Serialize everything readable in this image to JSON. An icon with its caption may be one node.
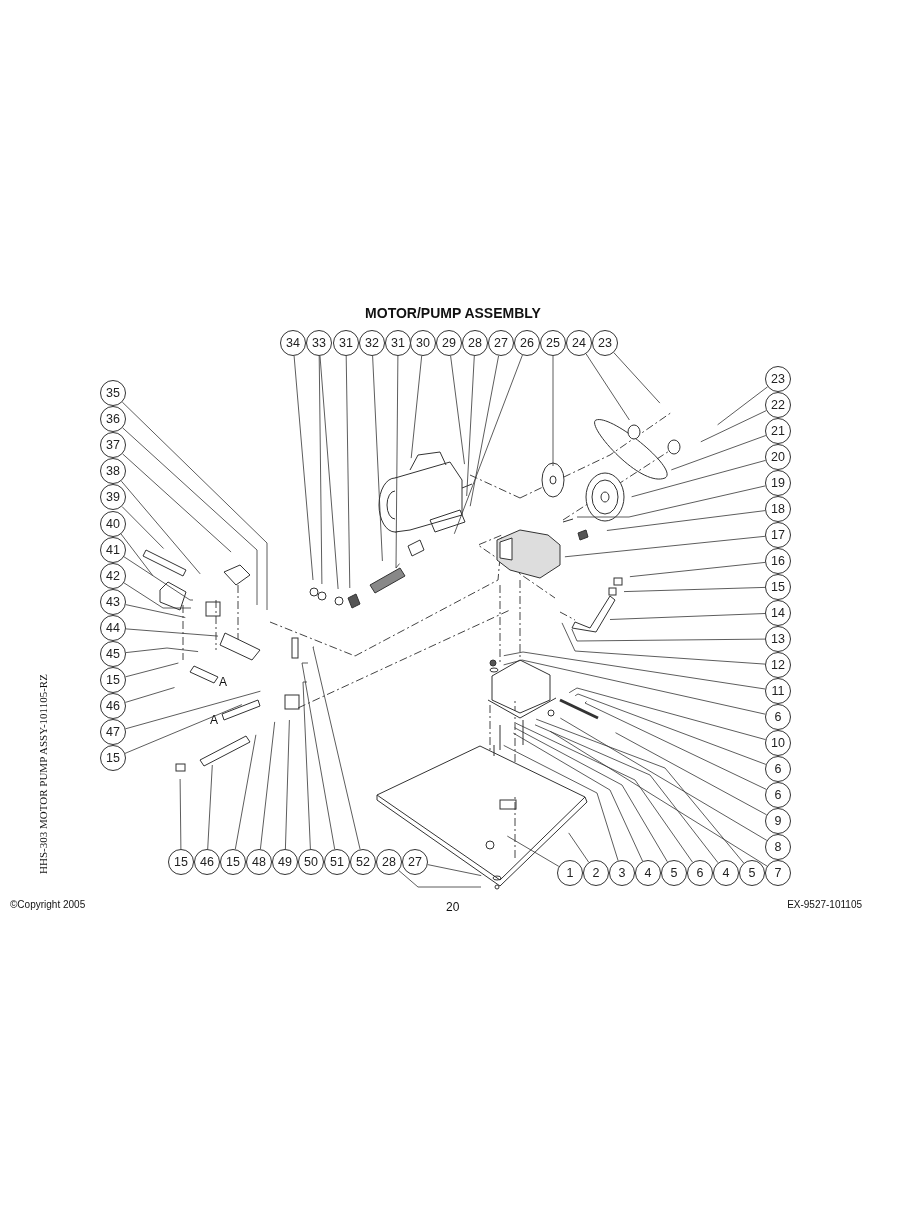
{
  "diagram": {
    "title": "MOTOR/PUMP ASSEMBLY",
    "nodes": [
      {
        "text": [
          "34"
        ]
      },
      {
        "text": [
          "33"
        ]
      },
      {
        "text": [
          "31"
        ]
      },
      {
        "text": [
          "32"
        ]
      },
      {
        "text": [
          "31"
        ]
      },
      {
        "text": [
          "30"
        ]
      },
      {
        "text": [
          "29"
        ]
      },
      {
        "text": [
          "28"
        ]
      },
      {
        "text": [
          "27"
        ]
      },
      {
        "text": [
          "26"
        ]
      },
      {
        "text": [
          "25"
        ]
      },
      {
        "text": [
          "24"
        ]
      },
      {
        "text": [
          "23"
        ]
      },
      {
        "text": [
          "35"
        ]
      },
      {
        "text": [
          "36"
        ]
      },
      {
        "text": [
          "37"
        ]
      },
      {
        "text": [
          "38"
        ]
      },
      {
        "text": [
          "39"
        ]
      },
      {
        "text": [
          "40"
        ]
      },
      {
        "text": [
          "41"
        ]
      },
      {
        "text": [
          "42"
        ]
      },
      {
        "text": [
          "43"
        ]
      },
      {
        "text": [
          "44"
        ]
      },
      {
        "text": [
          "45"
        ]
      },
      {
        "text": [
          "15"
        ]
      },
      {
        "text": [
          "46"
        ]
      },
      {
        "text": [
          "47"
        ]
      },
      {
        "text": [
          "15"
        ]
      },
      {
        "text": [
          "23"
        ]
      },
      {
        "text": [
          "22"
        ]
      },
      {
        "text": [
          "21"
        ]
      },
      {
        "text": [
          "20"
        ]
      },
      {
        "text": [
          "19"
        ]
      },
      {
        "text": [
          "18"
        ]
      },
      {
        "text": [
          "17"
        ]
      },
      {
        "text": [
          "16"
        ]
      },
      {
        "text": [
          "15"
        ]
      },
      {
        "text": [
          "14"
        ]
      },
      {
        "text": [
          "13"
        ]
      },
      {
        "text": [
          "12"
        ]
      },
      {
        "text": [
          "11"
        ]
      },
      {
        "text": [
          "6"
        ]
      },
      {
        "text": [
          "10"
        ]
      },
      {
        "text": [
          "6"
        ]
      },
      {
        "text": [
          "6"
        ]
      },
      {
        "text": [
          "9"
        ]
      },
      {
        "text": [
          "8"
        ]
      },
      {
        "text": [
          "7"
        ]
      },
      {
        "text": [
          "1"
        ]
      },
      {
        "text": [
          "2"
        ]
      },
      {
        "text": [
          "3"
        ]
      },
      {
        "text": [
          "4"
        ]
      },
      {
        "text": [
          "5"
        ]
      },
      {
        "text": [
          "6"
        ]
      },
      {
        "text": [
          "4"
        ]
      },
      {
        "text": [
          "5"
        ]
      },
      {
        "text": [
          "15"
        ]
      },
      {
        "text": [
          "46"
        ]
      },
      {
        "text": [
          "15"
        ]
      },
      {
        "text": [
          "48"
        ]
      },
      {
        "text": [
          "49"
        ]
      },
      {
        "text": [
          "50"
        ]
      },
      {
        "text": [
          "51"
        ]
      },
      {
        "text": [
          "52"
        ]
      },
      {
        "text": [
          "28"
        ]
      },
      {
        "text": [
          "27"
        ]
      }
    ],
    "edges": [
      {
        "from": 0,
        "to": null,
        "arrow": "none"
      },
      {
        "from": 1,
        "to": null,
        "arrow": "none"
      },
      {
        "from": 1,
        "to": null,
        "arrow": "none"
      },
      {
        "from": 2,
        "to": null,
        "arrow": "none"
      },
      {
        "from": 3,
        "to": null,
        "arrow": "none"
      },
      {
        "from": 4,
        "to": null,
        "arrow": "none"
      },
      {
        "from": 5,
        "to": null,
        "arrow": "none"
      },
      {
        "from": 6,
        "to": null,
        "arrow": "none"
      },
      {
        "from": 7,
        "to": null,
        "arrow": "none"
      },
      {
        "from": 8,
        "to": null,
        "arrow": "none"
      },
      {
        "from": 9,
        "to": null,
        "arrow": "none"
      },
      {
        "from": 10,
        "to": null,
        "arrow": "none"
      },
      {
        "from": 11,
        "to": null,
        "arrow": "none"
      },
      {
        "from": 12,
        "to": null,
        "arrow": "none"
      },
      {
        "from": 13,
        "to": null,
        "arrow": "none"
      },
      {
        "from": 14,
        "to": null,
        "arrow": "none"
      },
      {
        "from": 15,
        "to": null,
        "arrow": "none"
      },
      {
        "from": 16,
        "to": null,
        "arrow": "none"
      },
      {
        "from": 17,
        "to": null,
        "arrow": "none"
      },
      {
        "from": 18,
        "to": null,
        "arrow": "none"
      },
      {
        "from": 19,
        "to": null,
        "arrow": "none"
      },
      {
        "from": 20,
        "to": null,
        "arrow": "none"
      },
      {
        "from": 21,
        "to": null,
        "arrow": "none"
      },
      {
        "from": 22,
        "to": null,
        "arrow": "none"
      },
      {
        "from": 23,
        "to": null,
        "arrow": "none"
      },
      {
        "from": 24,
        "to": null,
        "arrow": "none"
      },
      {
        "from": 25,
        "to": null,
        "arrow": "none"
      },
      {
        "from": 26,
        "to": null,
        "arrow": "none"
      },
      {
        "from": 27,
        "to": null,
        "arrow": "none"
      },
      {
        "from": 28,
        "to": null,
        "arrow": "none"
      },
      {
        "from": 29,
        "to": null,
        "arrow": "none"
      },
      {
        "from": 30,
        "to": null,
        "arrow": "none"
      },
      {
        "from": 31,
        "to": null,
        "arrow": "none"
      },
      {
        "from": 32,
        "to": null,
        "arrow": "none"
      },
      {
        "from": 33,
        "to": null,
        "arrow": "none"
      },
      {
        "from": 34,
        "to": null,
        "arrow": "none"
      },
      {
        "from": 35,
        "to": null,
        "arrow": "none"
      },
      {
        "from": 36,
        "to": null,
        "arrow": "none"
      },
      {
        "from": 37,
        "to": null,
        "arrow": "none"
      },
      {
        "from": 38,
        "to": null,
        "arrow": "none"
      },
      {
        "from": 39,
        "to": null,
        "arrow": "none"
      },
      {
        "from": 40,
        "to": null,
        "arrow": "none"
      },
      {
        "from": 41,
        "to": null,
        "arrow": "none"
      },
      {
        "from": 42,
        "to": null,
        "arrow": "none"
      },
      {
        "from": 43,
        "to": null,
        "arrow": "none"
      },
      {
        "from": 44,
        "to": null,
        "arrow": "none"
      },
      {
        "from": 45,
        "to": null,
        "arrow": "none"
      },
      {
        "from": 46,
        "to": null,
        "arrow": "none"
      },
      {
        "from": 47,
        "to": null,
        "arrow": "none"
      },
      {
        "from": 48,
        "to": null,
        "arrow": "none"
      },
      {
        "from": 49,
        "to": null,
        "arrow": "none"
      },
      {
        "from": 50,
        "to": null,
        "arrow": "none"
      },
      {
        "from": 51,
        "to": null,
        "arrow": "none"
      },
      {
        "from": 52,
        "to": null,
        "arrow": "none"
      },
      {
        "from": 53,
        "to": null,
        "arrow": "none"
      },
      {
        "from": 54,
        "to": null,
        "arrow": "none"
      },
      {
        "from": 55,
        "to": null,
        "arrow": "none"
      },
      {
        "from": 56,
        "to": null,
        "arrow": "none"
      },
      {
        "from": 57,
        "to": null,
        "arrow": "none"
      },
      {
        "from": 58,
        "to": null,
        "arrow": "none"
      },
      {
        "from": 59,
        "to": null,
        "arrow": "none"
      },
      {
        "from": 60,
        "to": null,
        "arrow": "none"
      },
      {
        "from": 61,
        "to": null,
        "arrow": "none"
      },
      {
        "from": 62,
        "to": null,
        "arrow": "none"
      },
      {
        "from": 63,
        "to": null,
        "arrow": "none"
      },
      {
        "from": 64,
        "to": null,
        "arrow": "none"
      },
      {
        "from": 65,
        "to": null,
        "arrow": "none"
      }
    ],
    "labels": [
      "A",
      "A",
      "HHS-303 MOTOR PUMP ASSY-101105-RZ",
      "©Copyright 2005",
      "20",
      "EX-9527-101105"
    ]
  }
}
